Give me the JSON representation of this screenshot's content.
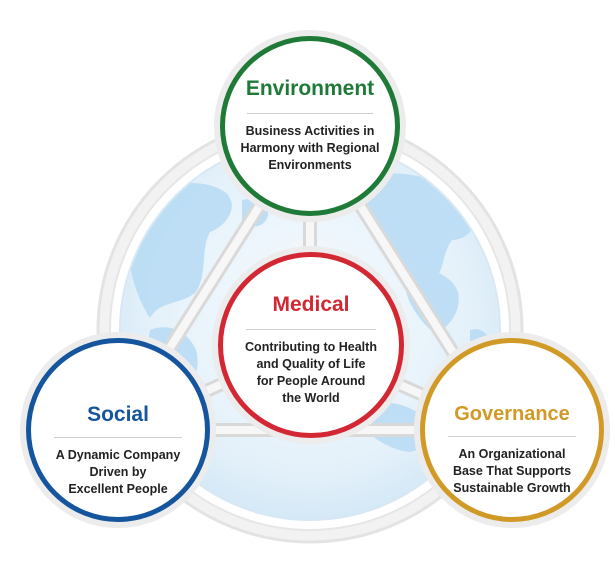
{
  "colors": {
    "environment": "#1e7a36",
    "medical": "#d32833",
    "social": "#15559d",
    "governance": "#d19a27",
    "globe_sea": "#e4f1fa",
    "globe_land": "#b9dcf4",
    "frame": "#dedede"
  },
  "background_graphic": "world-globe",
  "nodes": {
    "environment": {
      "title": "Environment",
      "lines": [
        "Business Activities in",
        "Harmony with Regional",
        "Environments"
      ]
    },
    "medical": {
      "title": "Medical",
      "lines": [
        "Contributing to Health",
        "and Quality of Life",
        "for People Around",
        "the World"
      ]
    },
    "social": {
      "title": "Social",
      "lines": [
        "A Dynamic Company",
        "Driven by",
        "Excellent People"
      ]
    },
    "governance": {
      "title": "Governance",
      "lines": [
        "An Organizational",
        "Base That Supports",
        "Sustainable Growth"
      ]
    }
  }
}
